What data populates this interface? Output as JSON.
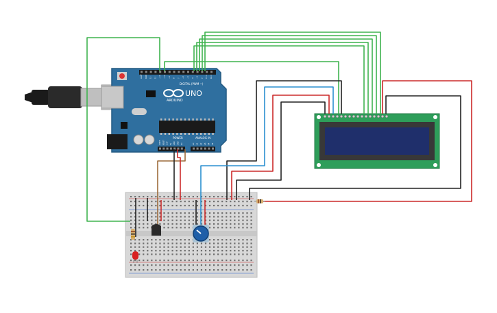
{
  "arduino": {
    "logo_text": "ARDUINO",
    "model": "UNO",
    "digital_label": "DIGITAL (PWM ~)",
    "power_label": "POWER",
    "analog_label": "ANALOG IN",
    "digital_pins": [
      "AREF",
      "GND",
      "13",
      "12",
      "~11",
      "~10",
      "~9",
      "8",
      "7",
      "~6",
      "~5",
      "4",
      "~3",
      "2",
      "TX 1",
      "RX 0"
    ],
    "power_pins": [
      "IOREF",
      "RESET",
      "3.3V",
      "5V",
      "GND",
      "GND",
      "Vin"
    ],
    "analog_pins": [
      "A0",
      "A1",
      "A2",
      "A3",
      "A4",
      "A5"
    ]
  },
  "colors": {
    "arduino_board": "#2f6f9f",
    "lcd_board": "#2e9e5a",
    "lcd_screen": "#1f2f6b",
    "wire_green": "#3fb34f",
    "wire_black": "#222222",
    "wire_red": "#cc2a2a",
    "wire_blue": "#2a8fd0",
    "wire_brown": "#9c6a3a",
    "breadboard": "#d8d8d8"
  },
  "icons": [
    "usb-cable-icon",
    "potentiometer-icon",
    "temperature-sensor-icon",
    "led-icon",
    "resistor-icon"
  ]
}
